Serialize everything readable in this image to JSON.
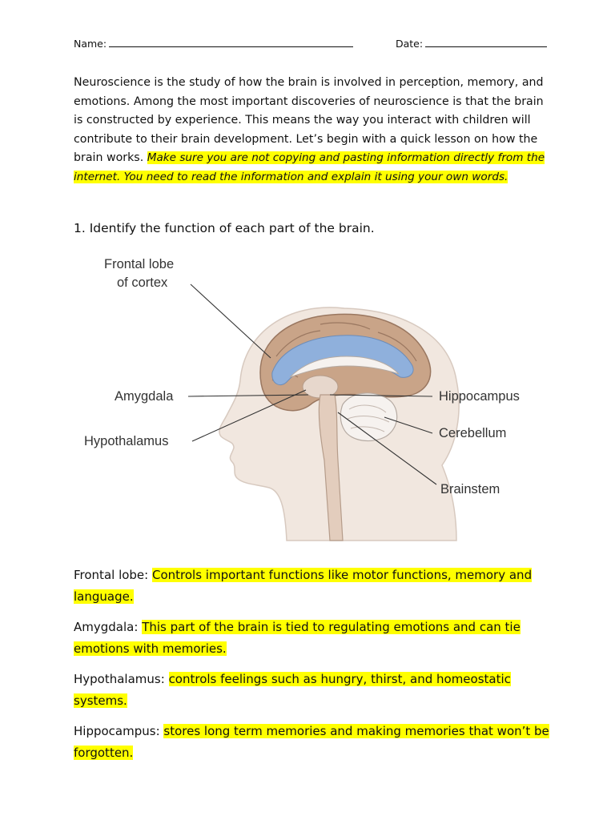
{
  "header": {
    "name_label": "Name:",
    "date_label": "Date:"
  },
  "intro": {
    "text": "Neuroscience is the study of how the brain is involved in perception, memory, and emotions. Among the most important discoveries of neuroscience is that the brain is constructed by experience.  This means the way you interact with children will contribute to their brain development. Let’s begin with a quick lesson on how the brain works. ",
    "highlighted_instruction": "Make sure you are not copying and pasting information directly from the internet. You need to read the information and explain it using your own words."
  },
  "question": "1. Identify the function of each part of the brain.",
  "figure": {
    "labels": {
      "frontal_line1": "Frontal lobe",
      "frontal_line2": "of cortex",
      "amygdala": "Amygdala",
      "hypothalamus": "Hypothalamus",
      "hippocampus": "Hippocampus",
      "cerebellum": "Cerebellum",
      "brainstem": "Brainstem"
    },
    "colors": {
      "cortex": "#c9a488",
      "ventricle": "#8fb0dc",
      "skin": "#f1e7df",
      "outline": "#b5aaa2"
    }
  },
  "answers": [
    {
      "term": "Frontal lobe",
      "sep": ": ",
      "answer": "Controls important functions like motor functions, memory and language."
    },
    {
      "term": "Amygdala",
      "sep": ": ",
      "answer": "This part of the brain is tied to regulating emotions and can tie emotions with memories."
    },
    {
      "term": "Hypothalamus",
      "sep": ": ",
      "answer": "controls feelings such as hungry, thirst, and homeostatic systems."
    },
    {
      "term": "Hippocampus",
      "sep": ": ",
      "answer": "stores long term memories and making memories that won’t be forgotten."
    }
  ]
}
